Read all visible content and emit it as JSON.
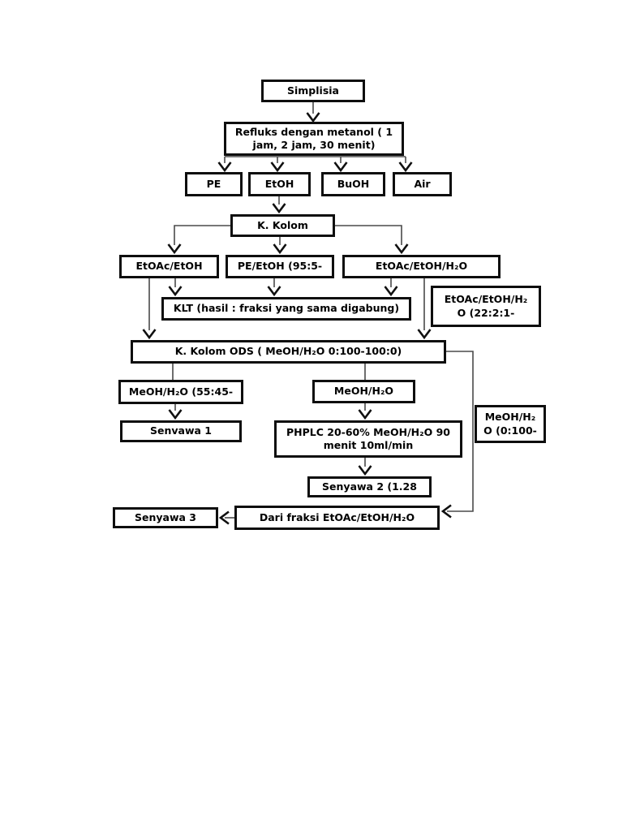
{
  "page": {
    "background_color": "#ffffff",
    "box_border_color": "#0e0e0e",
    "line_color": "#4a4a4a",
    "text_color": "#000000"
  },
  "diagram": {
    "type": "flowchart",
    "nodes": {
      "simplisia": {
        "label": "Simplisia"
      },
      "refluks": {
        "label": "Refluks dengan metanol ( 1\njam, 2 jam, 30 menit)"
      },
      "pe": {
        "label": "PE"
      },
      "etoh": {
        "label": "EtOH"
      },
      "buoh": {
        "label": "BuOH"
      },
      "air": {
        "label": "Air"
      },
      "k_kolom": {
        "label": "K. Kolom"
      },
      "etoac_etoh": {
        "label": "EtOAc/EtOH"
      },
      "pe_etoh": {
        "label": "PE/EtOH (95:5-"
      },
      "etoac_etoh_h2o": {
        "label": "EtOAc/EtOH/H₂O"
      },
      "klt": {
        "label": "KLT (hasil : fraksi yang sama digabung)"
      },
      "eluent_etoac": {
        "label": "EtOAc/EtOH/H₂\nO (22:2:1-"
      },
      "k_kolom_ods": {
        "label": "K. Kolom ODS ( MeOH/H₂O 0:100-100:0)"
      },
      "meoh_5545": {
        "label": "MeOH/H₂O (55:45-"
      },
      "meoh": {
        "label": "MeOH/H₂O"
      },
      "eluent_meoh": {
        "label": "MeOH/H₂\nO (0:100-"
      },
      "senvawa1": {
        "label": "Senvawa 1"
      },
      "phplc": {
        "label": "PHPLC 20-60% MeOH/H₂O 90\nmenit 10ml/min"
      },
      "senyawa2": {
        "label": "Senyawa 2 (1.28"
      },
      "dari_fraksi": {
        "label": "Dari fraksi EtOAc/EtOH/H₂O"
      },
      "senyawa3": {
        "label": "Senyawa 3"
      }
    },
    "edges": [
      {
        "from": "simplisia",
        "to": "refluks"
      },
      {
        "from": "refluks",
        "to": "pe"
      },
      {
        "from": "refluks",
        "to": "etoh"
      },
      {
        "from": "refluks",
        "to": "buoh"
      },
      {
        "from": "refluks",
        "to": "air"
      },
      {
        "from": "etoh",
        "to": "k_kolom"
      },
      {
        "from": "k_kolom",
        "to": "etoac_etoh"
      },
      {
        "from": "k_kolom",
        "to": "pe_etoh"
      },
      {
        "from": "k_kolom",
        "to": "etoac_etoh_h2o"
      },
      {
        "from": "etoac_etoh",
        "to": "klt"
      },
      {
        "from": "pe_etoh",
        "to": "klt"
      },
      {
        "from": "etoac_etoh_h2o",
        "to": "klt"
      },
      {
        "from": "etoac_etoh",
        "to": "k_kolom_ods"
      },
      {
        "from": "etoac_etoh_h2o",
        "to": "k_kolom_ods"
      },
      {
        "from": "k_kolom_ods",
        "to": "meoh_5545"
      },
      {
        "from": "k_kolom_ods",
        "to": "meoh"
      },
      {
        "from": "k_kolom_ods",
        "to": "dari_fraksi"
      },
      {
        "from": "meoh_5545",
        "to": "senvawa1"
      },
      {
        "from": "meoh",
        "to": "phplc"
      },
      {
        "from": "phplc",
        "to": "senyawa2"
      },
      {
        "from": "dari_fraksi",
        "to": "senyawa3"
      }
    ]
  }
}
